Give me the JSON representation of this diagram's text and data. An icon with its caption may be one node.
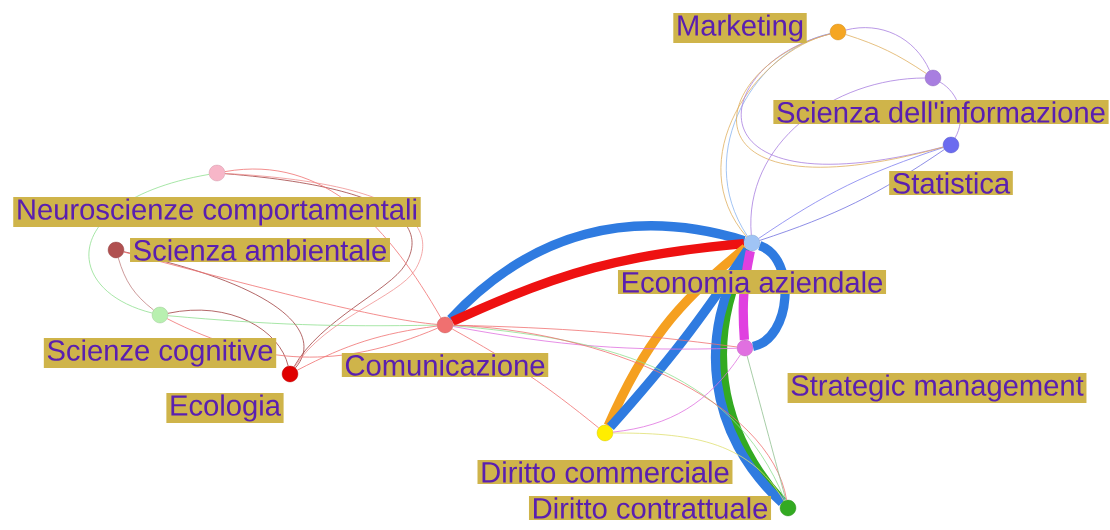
{
  "diagram": {
    "nodes": [
      {
        "text": [
          "Marketing"
        ]
      },
      {
        "text": [
          "Scienza dell'informazione"
        ]
      },
      {
        "text": [
          "Statistica"
        ]
      },
      {
        "text": [
          "Neuroscienze comportamentali"
        ]
      },
      {
        "text": [
          "Scienza ambientale"
        ]
      },
      {
        "text": [
          "Economia aziendale"
        ]
      },
      {
        "text": [
          "Scienze cognitive"
        ]
      },
      {
        "text": [
          "Comunicazione"
        ]
      },
      {
        "text": [
          "Ecologia"
        ]
      },
      {
        "text": [
          "Strategic management"
        ]
      },
      {
        "text": [
          "Diritto commerciale"
        ]
      },
      {
        "text": [
          "Diritto contrattuale"
        ]
      }
    ],
    "edges": [
      {
        "from": 7,
        "to": 5,
        "arrow": "none",
        "style": "thick",
        "color": "#2f7be0"
      },
      {
        "from": 7,
        "to": 5,
        "arrow": "none",
        "style": "thick",
        "color": "#ee1111"
      },
      {
        "from": 10,
        "to": 5,
        "arrow": "none",
        "style": "thick",
        "color": "#f5a020"
      },
      {
        "from": 10,
        "to": 5,
        "arrow": "none",
        "style": "thick",
        "color": "#2f7be0"
      },
      {
        "from": 11,
        "to": 5,
        "arrow": "none",
        "style": "thick",
        "color": "#33aa22"
      },
      {
        "from": 11,
        "to": 5,
        "arrow": "none",
        "style": "thick",
        "color": "#2f7be0"
      },
      {
        "from": 9,
        "to": 5,
        "arrow": "none",
        "style": "thick",
        "color": "#e040e0"
      },
      {
        "from": 9,
        "to": 5,
        "arrow": "none",
        "style": "thick",
        "color": "#2f7be0"
      },
      {
        "from": 5,
        "to": 0,
        "arrow": "none",
        "color": "#8ab4f0"
      },
      {
        "from": 5,
        "to": 0,
        "arrow": "none",
        "color": "#e0b060"
      },
      {
        "from": 5,
        "to": 1,
        "arrow": "none",
        "color": "#a87ee0"
      },
      {
        "from": 5,
        "to": 2,
        "arrow": "none",
        "color": "#8080f0"
      },
      {
        "from": 5,
        "to": 2,
        "arrow": "none",
        "color": "#7070e0"
      },
      {
        "from": 0,
        "to": 1,
        "arrow": "none",
        "color": "#a87ee0"
      },
      {
        "from": 0,
        "to": 1,
        "arrow": "none",
        "color": "#e0b060"
      },
      {
        "from": 0,
        "to": 2,
        "arrow": "none",
        "color": "#a87ee0"
      },
      {
        "from": 1,
        "to": 2,
        "arrow": "none",
        "color": "#a87ee0"
      },
      {
        "from": 0,
        "to": 2,
        "arrow": "none",
        "color": "#e0b060"
      },
      {
        "from": 3,
        "to": 6,
        "arrow": "none",
        "color": "#90e090"
      },
      {
        "from": 3,
        "to": 8,
        "arrow": "none",
        "color": "#a04040"
      },
      {
        "from": 3,
        "to": 7,
        "arrow": "none",
        "color": "#f07070"
      },
      {
        "from": 6,
        "to": 8,
        "arrow": "none",
        "color": "#a04040"
      },
      {
        "from": 6,
        "to": 7,
        "arrow": "none",
        "color": "#90e090"
      },
      {
        "from": 8,
        "to": 7,
        "arrow": "none",
        "color": "#f07070"
      },
      {
        "from": 4,
        "to": 8,
        "arrow": "none",
        "color": "#a04040"
      },
      {
        "from": 4,
        "to": 7,
        "arrow": "none",
        "color": "#f07070"
      },
      {
        "from": 3,
        "to": 8,
        "arrow": "none",
        "color": "#f09090"
      },
      {
        "from": 6,
        "to": 7,
        "arrow": "none",
        "color": "#f07070"
      },
      {
        "from": 4,
        "to": 6,
        "arrow": "none",
        "color": "#c08080"
      },
      {
        "from": 7,
        "to": 9,
        "arrow": "none",
        "color": "#f07070"
      },
      {
        "from": 7,
        "to": 9,
        "arrow": "none",
        "color": "#e070e0"
      },
      {
        "from": 7,
        "to": 10,
        "arrow": "none",
        "color": "#f07070"
      },
      {
        "from": 7,
        "to": 11,
        "arrow": "none",
        "color": "#90e090"
      },
      {
        "from": 7,
        "to": 11,
        "arrow": "none",
        "color": "#f07070"
      },
      {
        "from": 10,
        "to": 11,
        "arrow": "none",
        "color": "#e0e070"
      },
      {
        "from": 9,
        "to": 11,
        "arrow": "none",
        "color": "#90c090"
      },
      {
        "from": 10,
        "to": 9,
        "arrow": "none",
        "color": "#e070e0"
      }
    ]
  }
}
